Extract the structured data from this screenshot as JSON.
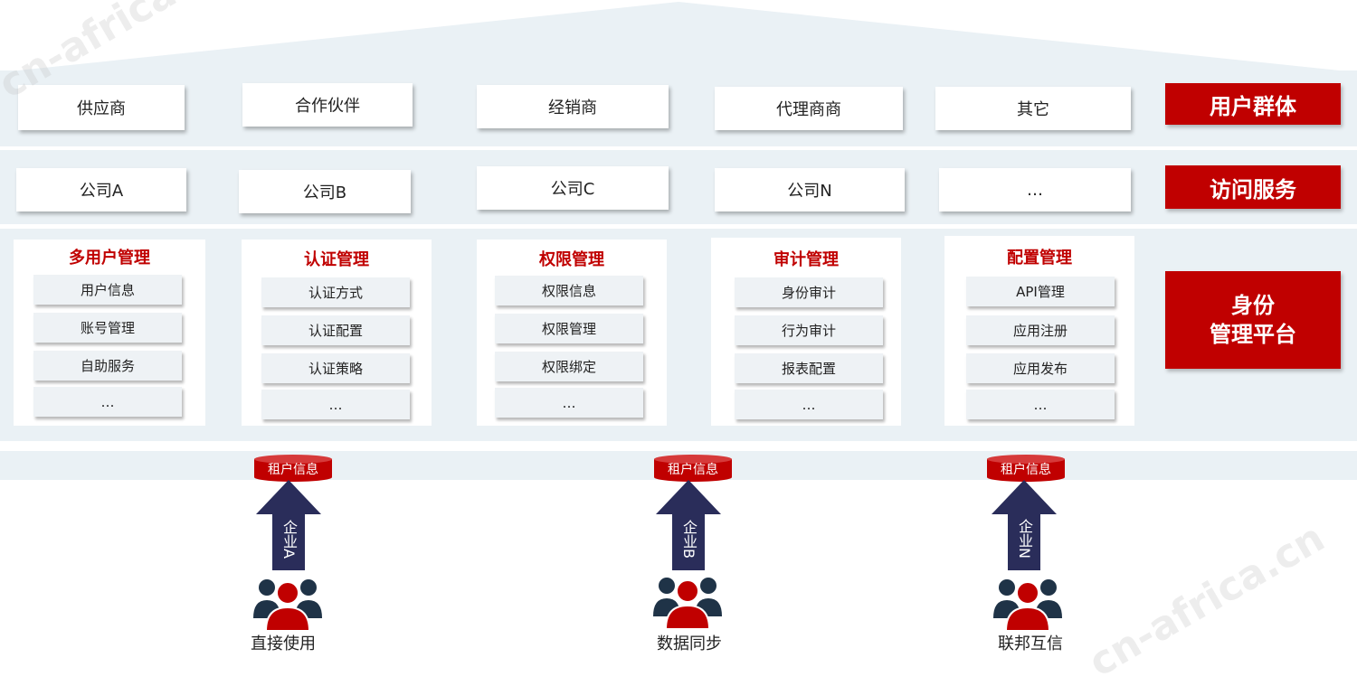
{
  "watermark": "cn-africa.cn",
  "rows": {
    "user_group": {
      "label": "用户群体",
      "items": [
        "供应商",
        "合作伙伴",
        "经销商",
        "代理商商",
        "其它"
      ]
    },
    "access_service": {
      "label": "访问服务",
      "items": [
        "公司A",
        "公司B",
        "公司C",
        "公司N",
        "…"
      ]
    },
    "platform": {
      "label_line1": "身份",
      "label_line2": "管理平台",
      "panels": [
        {
          "title": "多用户管理",
          "items": [
            "用户信息",
            "账号管理",
            "自助服务",
            "…"
          ]
        },
        {
          "title": "认证管理",
          "items": [
            "认证方式",
            "认证配置",
            "认证策略",
            "…"
          ]
        },
        {
          "title": "权限管理",
          "items": [
            "权限信息",
            "权限管理",
            "权限绑定",
            "…"
          ]
        },
        {
          "title": "审计管理",
          "items": [
            "身份审计",
            "行为审计",
            "报表配置",
            "…"
          ]
        },
        {
          "title": "配置管理",
          "items": [
            "API管理",
            "应用注册",
            "应用发布",
            "…"
          ]
        }
      ]
    }
  },
  "tenants": [
    {
      "db": "租户信息",
      "enterprise": "企业A",
      "caption": "直接使用"
    },
    {
      "db": "租户信息",
      "enterprise": "企业B",
      "caption": "数据同步"
    },
    {
      "db": "租户信息",
      "enterprise": "企业N",
      "caption": "联邦互信"
    }
  ],
  "colors": {
    "accent": "#c00000",
    "band": "#eaf1f5",
    "arrow": "#2a2d5a",
    "people_dark": "#1f3347"
  }
}
